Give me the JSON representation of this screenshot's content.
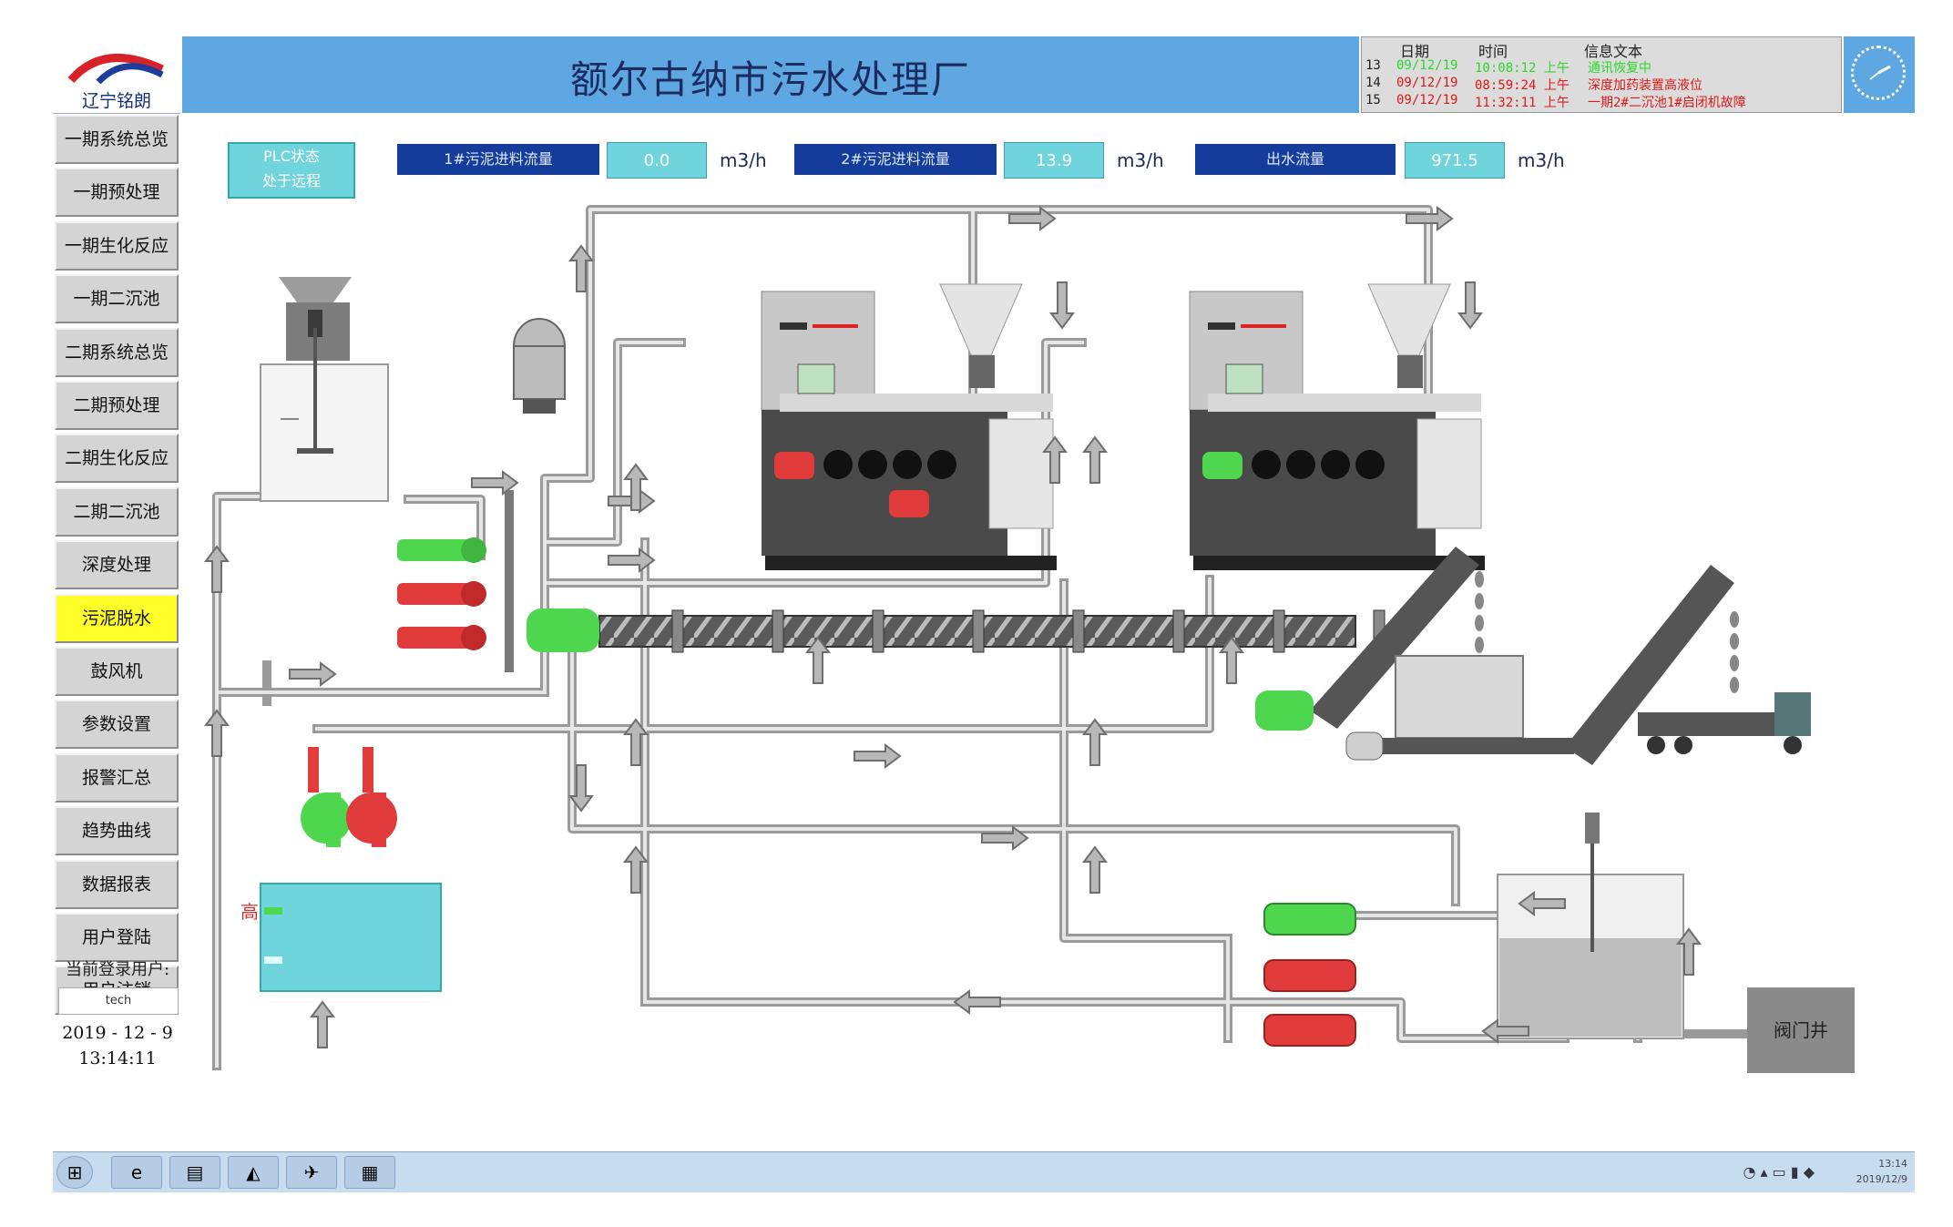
{
  "header": {
    "logo_name": "辽宁铭朗",
    "title": "额尔古纳市污水处理厂"
  },
  "alarm": {
    "col_date": "日期",
    "col_time": "时间",
    "col_msg": "信息文本",
    "rows": [
      {
        "index": "13",
        "date": "09/12/19",
        "time": "10:08:12 上午",
        "msg": "通讯恢复中",
        "color": "#2ad82a"
      },
      {
        "index": "14",
        "date": "09/12/19",
        "time": "08:59:24 上午",
        "msg": "深度加药装置高液位",
        "color": "#e01818"
      },
      {
        "index": "15",
        "date": "09/12/19",
        "time": "11:32:11 上午",
        "msg": "一期2#二沉池1#启闭机故障",
        "color": "#e01818"
      }
    ]
  },
  "sidebar": {
    "items": [
      {
        "label": "一期系统总览"
      },
      {
        "label": "一期预处理"
      },
      {
        "label": "一期生化反应池"
      },
      {
        "label": "一期二沉池"
      },
      {
        "label": "二期系统总览"
      },
      {
        "label": "二期预处理"
      },
      {
        "label": "二期生化反应池"
      },
      {
        "label": "二期二沉池"
      },
      {
        "label": "深度处理"
      },
      {
        "label": "污泥脱水",
        "active": true
      },
      {
        "label": "鼓风机"
      },
      {
        "label": "参数设置"
      },
      {
        "label": "报警汇总"
      },
      {
        "label": "趋势曲线"
      },
      {
        "label": "数据报表"
      },
      {
        "label": "用户登陆"
      },
      {
        "label": "用户注销"
      }
    ],
    "user_label": "当前登录用户:",
    "user_value": "tech",
    "date": "2019 - 12 - 9",
    "time": "13:14:11"
  },
  "readouts": {
    "plc_line1": "PLC状态",
    "plc_line2": "处于远程",
    "flow1_label": "1#污泥进料流量",
    "flow1_value": "0.0",
    "flow2_label": "2#污泥进料流量",
    "flow2_value": "13.9",
    "outflow_label": "出水流量",
    "outflow_value": "971.5",
    "unit": "m3/h"
  },
  "process": {
    "tank_level_high": "高",
    "valve_well": "阀门井"
  },
  "colors": {
    "pump_running": "#4fd64f",
    "pump_stopped": "#e23b3b",
    "pipe": "#c9c9c9",
    "tank_water": "#6fd4dc",
    "active_nav": "#ffff2a"
  },
  "taskbar": {
    "tray_time": "13:14",
    "tray_date": "2019/12/9"
  }
}
